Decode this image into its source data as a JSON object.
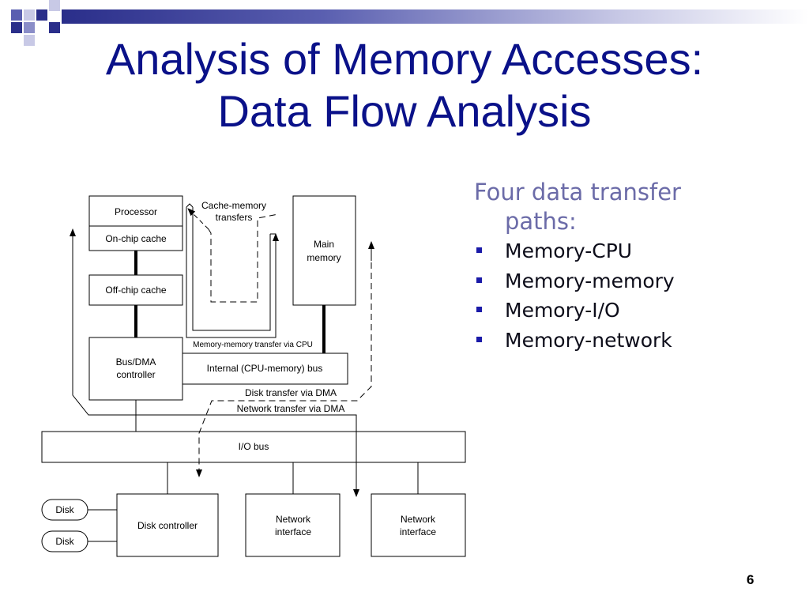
{
  "slide": {
    "title_line1": "Analysis of Memory Accesses:",
    "title_line2": "Data Flow Analysis",
    "page_number": "6"
  },
  "bullets": {
    "intro_line1": "Four data transfer",
    "intro_line2": "paths:",
    "items": [
      "Memory-CPU",
      "Memory-memory",
      "Memory-I/O",
      "Memory-network"
    ]
  },
  "diagram": {
    "processor": "Processor",
    "onchip_cache": "On-chip cache",
    "offchip_cache": "Off-chip cache",
    "bus_dma_line1": "Bus/DMA",
    "bus_dma_line2": "controller",
    "internal_bus": "Internal (CPU-memory) bus",
    "main_memory_line1": "Main",
    "main_memory_line2": "memory",
    "cache_memory_line1": "Cache-memory",
    "cache_memory_line2": "transfers",
    "mem_mem_via_cpu": "Memory-memory transfer via CPU",
    "disk_via_dma": "Disk transfer via DMA",
    "network_via_dma": "Network transfer via DMA",
    "io_bus": "I/O bus",
    "disk_controller": "Disk controller",
    "network_interface_1_line1": "Network",
    "network_interface_1_line2": "interface",
    "network_interface_2_line1": "Network",
    "network_interface_2_line2": "interface",
    "disk_1": "Disk",
    "disk_2": "Disk"
  },
  "colors": {
    "title": "#0a1189",
    "intro_text": "#6b6ba8",
    "bullet_mark": "#1a1aa8"
  }
}
